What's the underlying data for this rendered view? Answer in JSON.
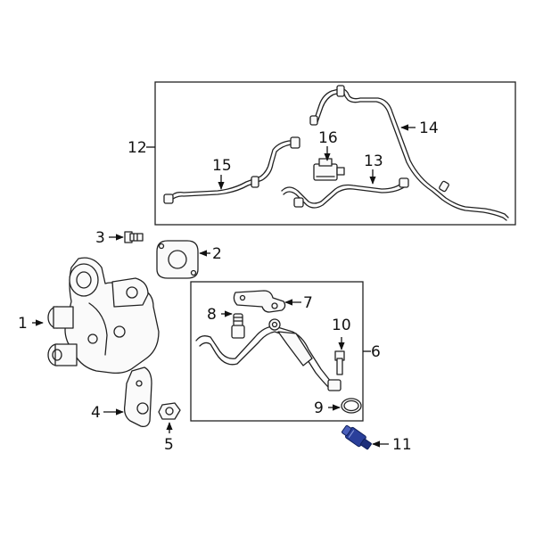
{
  "callouts": {
    "c1": "1",
    "c2": "2",
    "c3": "3",
    "c4": "4",
    "c5": "5",
    "c6": "6",
    "c7": "7",
    "c8": "8",
    "c9": "9",
    "c10": "10",
    "c11": "11",
    "c12": "12",
    "c13": "13",
    "c14": "14",
    "c15": "15",
    "c16": "16"
  },
  "colors": {
    "highlight_part": "#2a3f9a",
    "line": "#222222"
  }
}
